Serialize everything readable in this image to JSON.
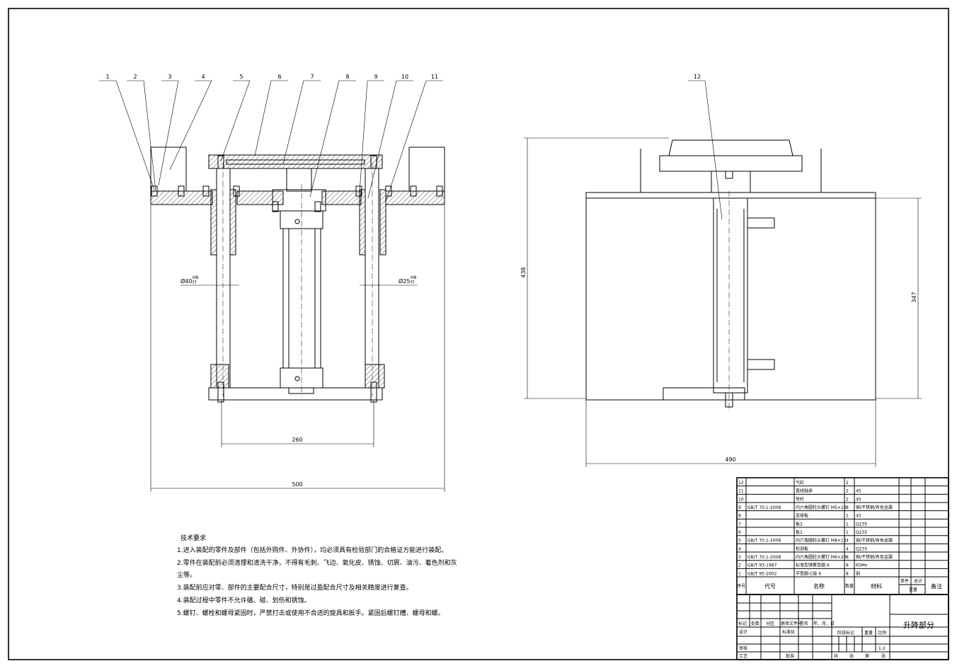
{
  "balloons_front": [
    "1",
    "2",
    "3",
    "4",
    "5",
    "6",
    "7",
    "8",
    "9",
    "10",
    "11"
  ],
  "balloon_side": "12",
  "dimensions": {
    "bore_left": "Ø40",
    "bore_left_fit_top": "H8",
    "bore_left_fit_bottom": "f7",
    "bore_right": "Ø25",
    "bore_right_fit_top": "H8",
    "bore_right_fit_bottom": "f7",
    "rod_spacing": "260",
    "front_width": "500",
    "side_height": "438",
    "side_plate_height": "347",
    "side_width": "490"
  },
  "tech_requirements": {
    "title": "技术要求",
    "items": [
      "1.进入装配的零件及部件（包括外购件、外协件），均必须具有检验部门的合格证方能进行装配。",
      "2.零件在装配前必须清理和清洗干净，不得有毛刺、飞边、氧化皮、锈蚀、切屑、油污、着色剂和灰",
      "尘等。",
      "3.装配前应对零、部件的主要配合尺寸，特别是过盈配合尺寸及相关精度进行复查。",
      "4.装配过程中零件不允许磕、碰、划伤和锈蚀。",
      "5.螺钉、螺栓和螺母紧固时，严禁打击或使用不合适的旋具和扳手。紧固后螺钉槽、螺母和螺。"
    ]
  },
  "bom": {
    "rows": [
      {
        "no": "12",
        "code": "",
        "name": "气缸",
        "qty": "2",
        "material": ""
      },
      {
        "no": "11",
        "code": "",
        "name": "直线轴承",
        "qty": "2",
        "material": "45"
      },
      {
        "no": "10",
        "code": "",
        "name": "导杆",
        "qty": "2",
        "material": "45"
      },
      {
        "no": "9",
        "code": "GB/T 70.1-2008",
        "name": "内六角圆柱头螺钉 M5×12",
        "qty": "8",
        "material": "钢/不锈钢/有色金属"
      },
      {
        "no": "8",
        "code": "",
        "name": "连接板",
        "qty": "1",
        "material": "45"
      },
      {
        "no": "7",
        "code": "",
        "name": "板2",
        "qty": "1",
        "material": "Q235"
      },
      {
        "no": "6",
        "code": "",
        "name": "板1",
        "qty": "1",
        "material": "Q235"
      },
      {
        "no": "5",
        "code": "GB/T 70.1-2008",
        "name": "内六角圆柱头螺钉 M8×12",
        "qty": "4",
        "material": "钢/不锈钢/有色金属"
      },
      {
        "no": "4",
        "code": "",
        "name": "检测板",
        "qty": "4",
        "material": "Q235"
      },
      {
        "no": "3",
        "code": "GB/T 70.1-2008",
        "name": "内六角圆柱头螺钉 M6×20",
        "qty": "8",
        "material": "钢/不锈钢/有色金属"
      },
      {
        "no": "2",
        "code": "GB/T 93-1987",
        "name": "标准型弹簧垫圈 6",
        "qty": "8",
        "material": "65Mn"
      },
      {
        "no": "1",
        "code": "GB/T 95-2002",
        "name": "平垫圈-C级 6",
        "qty": "8",
        "material": "钢"
      }
    ],
    "header": {
      "no": "序号",
      "code": "代号",
      "name": "名称",
      "qty": "数量",
      "material": "材料",
      "unit": "单件",
      "total": "总计",
      "weight": "重量",
      "remark": "备注"
    }
  },
  "title_block": {
    "labels": {
      "mark": "标记",
      "count": "处数",
      "zone": "分区",
      "change_doc": "更改文件号",
      "sign": "签名",
      "date": "年、月、日",
      "design": "设计",
      "standard": "标准化",
      "review": "审核",
      "process": "工艺",
      "approve": "批准",
      "stage": "阶段标记",
      "weight": "重量",
      "scale": "比例",
      "total": "共",
      "sheets": "张",
      "sheet_no": "第",
      "sheet": "张"
    },
    "scale_value": "1:2",
    "drawing_title": "升降部分"
  }
}
